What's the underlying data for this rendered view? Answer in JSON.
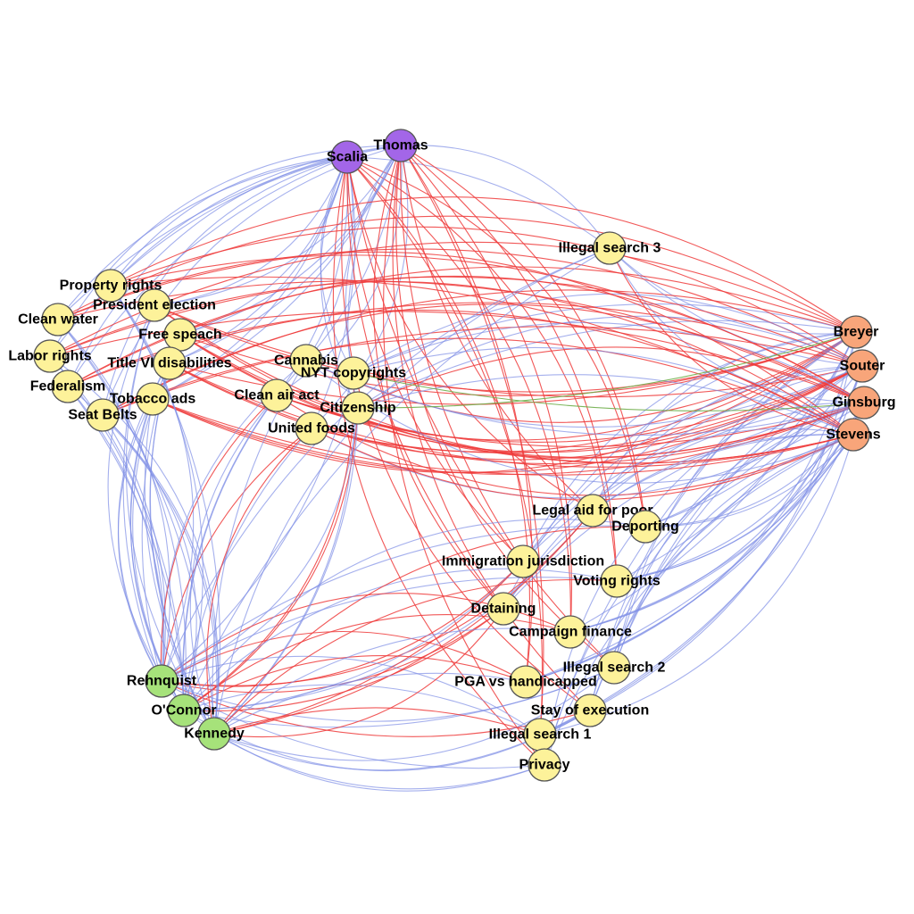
{
  "colors": {
    "edge_agree": "#7f8ee6",
    "edge_disagree": "#ee3b3b",
    "edge_other": "#6fae4a",
    "group_conservative": "#a366e8",
    "group_liberal": "#f8a57a",
    "group_moderate": "#a6e27a",
    "case": "#fdf29a"
  },
  "nodes": [
    {
      "id": "scalia",
      "label": "Scalia",
      "group": "conservative"
    },
    {
      "id": "thomas",
      "label": "Thomas",
      "group": "conservative"
    },
    {
      "id": "breyer",
      "label": "Breyer",
      "group": "liberal"
    },
    {
      "id": "souter",
      "label": "Souter",
      "group": "liberal"
    },
    {
      "id": "ginsburg",
      "label": "Ginsburg",
      "group": "liberal"
    },
    {
      "id": "stevens",
      "label": "Stevens",
      "group": "liberal"
    },
    {
      "id": "rehnquist",
      "label": "Rehnquist",
      "group": "moderate"
    },
    {
      "id": "oconnor",
      "label": "O'Connor",
      "group": "moderate"
    },
    {
      "id": "kennedy",
      "label": "Kennedy",
      "group": "moderate"
    },
    {
      "id": "illegal-search-3",
      "label": "Illegal search 3",
      "group": "case"
    },
    {
      "id": "property-rights",
      "label": "Property rights",
      "group": "case"
    },
    {
      "id": "president-election",
      "label": "President election",
      "group": "case"
    },
    {
      "id": "clean-water",
      "label": "Clean water",
      "group": "case"
    },
    {
      "id": "free-speach",
      "label": "Free speach",
      "group": "case"
    },
    {
      "id": "labor-rights",
      "label": "Labor rights",
      "group": "case"
    },
    {
      "id": "title-vi",
      "label": "Title VI disabilities",
      "group": "case"
    },
    {
      "id": "federalism",
      "label": "Federalism",
      "group": "case"
    },
    {
      "id": "tobacco-ads",
      "label": "Tobacco ads",
      "group": "case"
    },
    {
      "id": "seat-belts",
      "label": "Seat Belts",
      "group": "case"
    },
    {
      "id": "cannabis",
      "label": "Cannabis",
      "group": "case"
    },
    {
      "id": "nyt-copyrights",
      "label": "NYT copyrights",
      "group": "case"
    },
    {
      "id": "clean-air-act",
      "label": "Clean air act",
      "group": "case"
    },
    {
      "id": "citizenship",
      "label": "Citizenship",
      "group": "case"
    },
    {
      "id": "united-foods",
      "label": "United foods",
      "group": "case"
    },
    {
      "id": "legal-aid",
      "label": "Legal aid for poor",
      "group": "case"
    },
    {
      "id": "deporting",
      "label": "Deporting",
      "group": "case"
    },
    {
      "id": "immigration",
      "label": "Immigration jurisdiction",
      "group": "case"
    },
    {
      "id": "voting-rights",
      "label": "Voting rights",
      "group": "case"
    },
    {
      "id": "detaining",
      "label": "Detaining",
      "group": "case"
    },
    {
      "id": "campaign-finance",
      "label": "Campaign finance",
      "group": "case"
    },
    {
      "id": "illegal-search-2",
      "label": "Illegal search 2",
      "group": "case"
    },
    {
      "id": "pga",
      "label": "PGA vs handicapped",
      "group": "case"
    },
    {
      "id": "stay-of-execution",
      "label": "Stay of execution",
      "group": "case"
    },
    {
      "id": "illegal-search-1",
      "label": "Illegal search 1",
      "group": "case"
    },
    {
      "id": "privacy",
      "label": "Privacy",
      "group": "case"
    }
  ]
}
